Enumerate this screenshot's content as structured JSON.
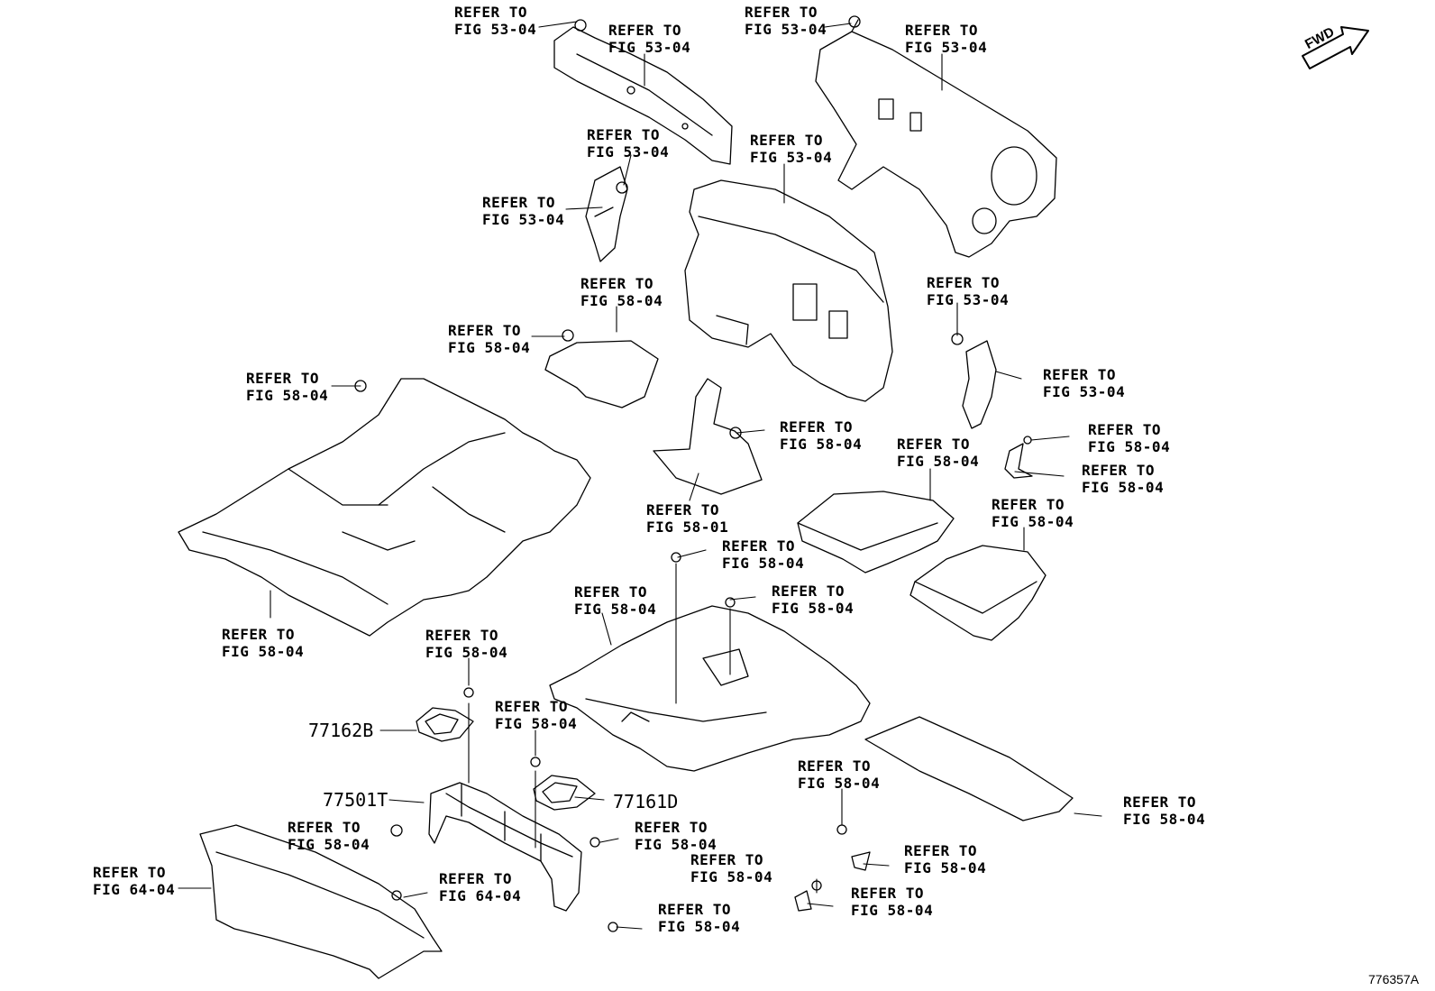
{
  "orientation_mark": "FWD",
  "figure_id": "776357A",
  "refs": [
    {
      "line1": "REFER TO",
      "line2": "FIG 53-04"
    },
    {
      "line1": "REFER TO",
      "line2": "FIG 53-04"
    },
    {
      "line1": "REFER TO",
      "line2": "FIG 53-04"
    },
    {
      "line1": "REFER TO",
      "line2": "FIG 53-04"
    },
    {
      "line1": "REFER TO",
      "line2": "FIG 53-04"
    },
    {
      "line1": "REFER TO",
      "line2": "FIG 53-04"
    },
    {
      "line1": "REFER TO",
      "line2": "FIG 53-04"
    },
    {
      "line1": "REFER TO",
      "line2": "FIG 53-04"
    },
    {
      "line1": "REFER TO",
      "line2": "FIG 53-04"
    },
    {
      "line1": "REFER TO",
      "line2": "FIG 58-04"
    },
    {
      "line1": "REFER TO",
      "line2": "FIG 58-04"
    },
    {
      "line1": "REFER TO",
      "line2": "FIG 58-04"
    },
    {
      "line1": "REFER TO",
      "line2": "FIG 58-04"
    },
    {
      "line1": "REFER TO",
      "line2": "FIG 58-04"
    },
    {
      "line1": "REFER TO",
      "line2": "FIG 58-04"
    },
    {
      "line1": "REFER TO",
      "line2": "FIG 58-04"
    },
    {
      "line1": "REFER TO",
      "line2": "FIG 58-01"
    },
    {
      "line1": "REFER TO",
      "line2": "FIG 58-04"
    },
    {
      "line1": "REFER TO",
      "line2": "FIG 58-04"
    },
    {
      "line1": "REFER TO",
      "line2": "FIG 58-04"
    },
    {
      "line1": "REFER TO",
      "line2": "FIG 58-04"
    },
    {
      "line1": "REFER TO",
      "line2": "FIG 58-04"
    },
    {
      "line1": "REFER TO",
      "line2": "FIG 58-04"
    },
    {
      "line1": "REFER TO",
      "line2": "FIG 58-04"
    },
    {
      "line1": "REFER TO",
      "line2": "FIG 58-04"
    },
    {
      "line1": "REFER TO",
      "line2": "FIG 58-04"
    },
    {
      "line1": "REFER TO",
      "line2": "FIG 58-04"
    },
    {
      "line1": "REFER TO",
      "line2": "FIG 58-04"
    },
    {
      "line1": "REFER TO",
      "line2": "FIG 58-04"
    },
    {
      "line1": "REFER TO",
      "line2": "FIG 64-04"
    },
    {
      "line1": "REFER TO",
      "line2": "FIG 64-04"
    },
    {
      "line1": "REFER TO",
      "line2": "FIG 58-04"
    },
    {
      "line1": "REFER TO",
      "line2": "FIG 58-04"
    }
  ],
  "parts": [
    {
      "number": "77162B"
    },
    {
      "number": "77501T"
    },
    {
      "number": "77161D"
    }
  ]
}
